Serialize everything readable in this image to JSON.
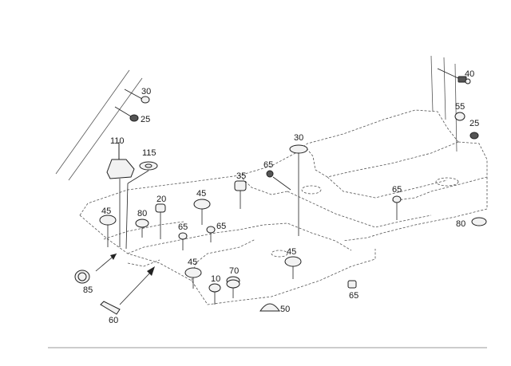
{
  "diagram": {
    "title": "",
    "callouts": {
      "p40": "40",
      "p55": "55",
      "p25_right": "25",
      "p30_top": "30",
      "p25_left": "25",
      "p110": "110",
      "p115": "115",
      "p30_mid": "30",
      "p65_a": "65",
      "p35": "35",
      "p65_right": "65",
      "p45_a": "45",
      "p80_a": "80",
      "p20": "20",
      "p45_b": "45",
      "p65_b": "65",
      "p65_c": "65",
      "p80_right": "80",
      "p45_c": "45",
      "p45_d": "45",
      "p70": "70",
      "p10": "10",
      "p85": "85",
      "p65_bottom": "65",
      "p50": "50",
      "p60": "60"
    },
    "colors": {
      "line": "#222222",
      "frame": "#555555",
      "part_fill": "#f2f2f2"
    }
  }
}
